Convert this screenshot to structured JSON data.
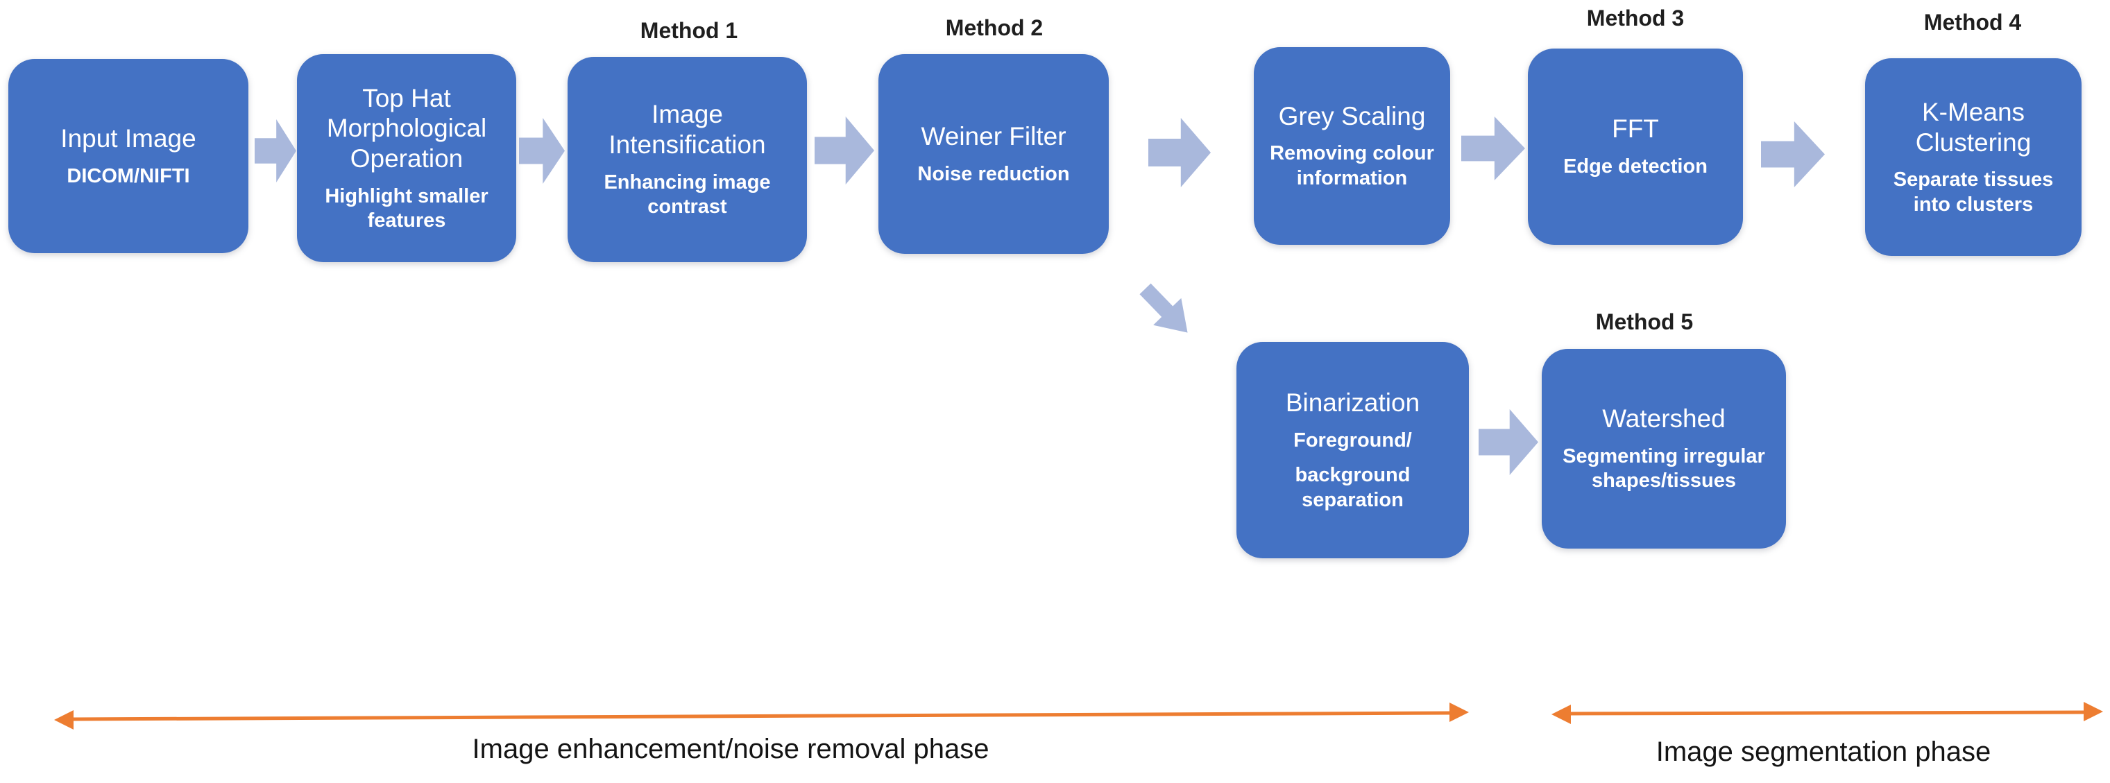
{
  "palette": {
    "node_blue": "#4472C4",
    "arrow_lavender": "#A9B8DC",
    "phase_orange": "#ED7D31",
    "method_text": "#1F1F1F",
    "phase_text": "#141414",
    "node_text": "#FFFFFF"
  },
  "icons": {
    "flow_arrow_right": "css-block-arrow-right",
    "flow_arrow_down_right": "css-block-arrow-right rotated 46deg",
    "phase_double_arrow": "svg-double-headed-orange-line"
  },
  "methods": [
    "Method 1",
    "Method 2",
    "Method 3",
    "Method 4",
    "Method 5"
  ],
  "nodes": {
    "input_image": {
      "title": "Input Image",
      "subtitle": "DICOM/NIFTI"
    },
    "top_hat": {
      "title": "Top Hat Morphological Operation",
      "subtitle": "Highlight smaller features"
    },
    "image_intensification": {
      "title": "Image Intensification",
      "subtitle": "Enhancing image contrast"
    },
    "weiner_filter": {
      "title": "Weiner Filter",
      "subtitle": "Noise reduction"
    },
    "grey_scaling": {
      "title": "Grey Scaling",
      "subtitle": "Removing colour information"
    },
    "fft": {
      "title": "FFT",
      "subtitle": "Edge detection"
    },
    "kmeans": {
      "title": "K-Means Clustering",
      "subtitle": "Separate tissues into clusters"
    },
    "binarization": {
      "title": "Binarization",
      "subtitle_top": "Foreground/",
      "subtitle_bottom": "background separation"
    },
    "watershed": {
      "title": "Watershed",
      "subtitle": "Segmenting irregular shapes/tissues"
    }
  },
  "phases": {
    "enhancement": "Image enhancement/noise removal phase",
    "segmentation": "Image segmentation phase"
  }
}
